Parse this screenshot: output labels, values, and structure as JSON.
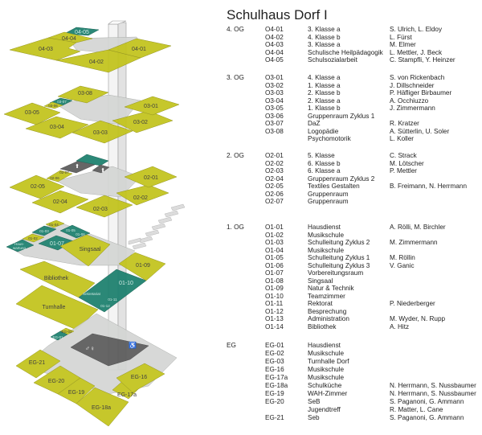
{
  "title": "Schulhaus Dorf I",
  "colors": {
    "room": "#c2c31b",
    "admin": "#1b7f6d",
    "corridor": "#d4d6d4",
    "service": "#5b5b5b"
  },
  "diagram_labels": {
    "o4": [
      "04-05",
      "04-04",
      "04-03",
      "04-02",
      "04-01"
    ],
    "o3": [
      "03-08",
      "03-07",
      "03-06",
      "03-05",
      "03-04",
      "03-03",
      "03-02",
      "03-01"
    ],
    "o2": [
      "02-07",
      "02-06",
      "02-05",
      "02-04",
      "02-03",
      "02-02",
      "02-01"
    ],
    "o1": [
      "01-04",
      "01-03",
      "01-02",
      "Haus-",
      "wartung",
      "01-05",
      "01-06",
      "01-07",
      "Singsaal",
      "Bibliothek",
      "01-10",
      "Sekretariat",
      "01-11",
      "01-12",
      "01-09",
      "Turnhalle"
    ],
    "eg": [
      "EG-02",
      "EG-01",
      "EG-21",
      "EG-20",
      "EG-19",
      "EG-18a",
      "EG-17a",
      "EG-16"
    ]
  },
  "floors": [
    {
      "name": "4. OG",
      "rows": [
        {
          "code": "O4-01",
          "room": "3. Klasse a",
          "person": "S. Ulrich, L. Eldoy"
        },
        {
          "code": "O4-02",
          "room": "4. Klasse b",
          "person": "L. Fürst"
        },
        {
          "code": "O4-03",
          "room": "3. Klasse a",
          "person": "M. Elmer"
        },
        {
          "code": "O4-04",
          "room": "Schulische Heilpädagogik",
          "person": "L. Mettler, J. Beck"
        },
        {
          "code": "O4-05",
          "room": "Schulsozialarbeit",
          "person": "C. Stampfli, Y. Heinzer"
        }
      ]
    },
    {
      "name": "3. OG",
      "rows": [
        {
          "code": "O3-01",
          "room": "4. Klasse a",
          "person": "S. von Rickenbach"
        },
        {
          "code": "O3-02",
          "room": "1. Klasse a",
          "person": "J. Dillschneider"
        },
        {
          "code": "O3-03",
          "room": "2. Klasse b",
          "person": "P. Häfliger Birbaumer"
        },
        {
          "code": "O3-04",
          "room": "2. Klasse a",
          "person": "A. Occhiuzzo"
        },
        {
          "code": "O3-05",
          "room": "1. Klasse b",
          "person": "J. Zimmermann"
        },
        {
          "code": "O3-06",
          "room": "Gruppenraum Zyklus 1",
          "person": ""
        },
        {
          "code": "O3-07",
          "room": "DaZ",
          "person": "R. Kratzer"
        },
        {
          "code": "O3-08",
          "room": "Logopädie",
          "person": "A. Sütterlin, U. Soler"
        },
        {
          "code": "",
          "room": "Psychomotorik",
          "person": "L. Koller"
        }
      ]
    },
    {
      "name": "2. OG",
      "rows": [
        {
          "code": "O2-01",
          "room": "5. Klasse",
          "person": "C. Strack"
        },
        {
          "code": "O2-02",
          "room": "6. Klasse b",
          "person": "M. Lötscher"
        },
        {
          "code": "O2-03",
          "room": "6. Klasse a",
          "person": "P. Mettler"
        },
        {
          "code": "O2-04",
          "room": "Gruppenraum Zyklus 2",
          "person": ""
        },
        {
          "code": "O2-05",
          "room": "Textiles Gestalten",
          "person": "B. Freimann, N. Herrmann"
        },
        {
          "code": "O2-06",
          "room": "Gruppenraum",
          "person": ""
        },
        {
          "code": "O2-07",
          "room": "Gruppenraum",
          "person": ""
        }
      ]
    },
    {
      "name": "1. OG",
      "rows": [
        {
          "code": "O1-01",
          "room": "Hausdienst",
          "person": "A. Rölli, M. Birchler"
        },
        {
          "code": "O1-02",
          "room": "Musikschule",
          "person": ""
        },
        {
          "code": "O1-03",
          "room": "Schulleitung Zyklus 2",
          "person": "M. Zimmermann"
        },
        {
          "code": "O1-04",
          "room": "Musikschule",
          "person": ""
        },
        {
          "code": "O1-05",
          "room": "Schulleitung Zyklus 1",
          "person": "M. Röllin"
        },
        {
          "code": "O1-06",
          "room": "Schulleitung Zyklus 3",
          "person": "V. Ganic"
        },
        {
          "code": "O1-07",
          "room": "Vorbereitungsraum",
          "person": ""
        },
        {
          "code": "O1-08",
          "room": "Singsaal",
          "person": ""
        },
        {
          "code": "O1-09",
          "room": "Natur & Technik",
          "person": ""
        },
        {
          "code": "O1-10",
          "room": "Teamzimmer",
          "person": ""
        },
        {
          "code": "O1-11",
          "room": "Rektorat",
          "person": "P. Niederberger"
        },
        {
          "code": "O1-12",
          "room": "Besprechung",
          "person": ""
        },
        {
          "code": "O1-13",
          "room": "Administration",
          "person": "M. Wyder, N. Rupp"
        },
        {
          "code": "O1-14",
          "room": "Bibliothek",
          "person": "A. Hitz"
        }
      ]
    },
    {
      "name": "EG",
      "rows": [
        {
          "code": "EG-01",
          "room": "Hausdienst",
          "person": ""
        },
        {
          "code": "EG-02",
          "room": "Musikschule",
          "person": ""
        },
        {
          "code": "EG-03",
          "room": "Turnhalle Dorf",
          "person": ""
        },
        {
          "code": "EG-16",
          "room": "Musikschule",
          "person": ""
        },
        {
          "code": "EG-17a",
          "room": "Musikschule",
          "person": ""
        },
        {
          "code": "EG-18a",
          "room": "Schulküche",
          "person": "N. Herrmann, S. Nussbaumer"
        },
        {
          "code": "EG-19",
          "room": "WAH-Zimmer",
          "person": "N. Herrmann, S. Nussbaumer"
        },
        {
          "code": "EG-20",
          "room": "SeB",
          "person": "S. Paganoni, G. Ammann"
        },
        {
          "code": "",
          "room": "Jugendtreff",
          "person": "R. Matter, L. Cane"
        },
        {
          "code": "EG-21",
          "room": "Seb",
          "person": "S. Paganoni, G. Ammann"
        }
      ]
    }
  ]
}
